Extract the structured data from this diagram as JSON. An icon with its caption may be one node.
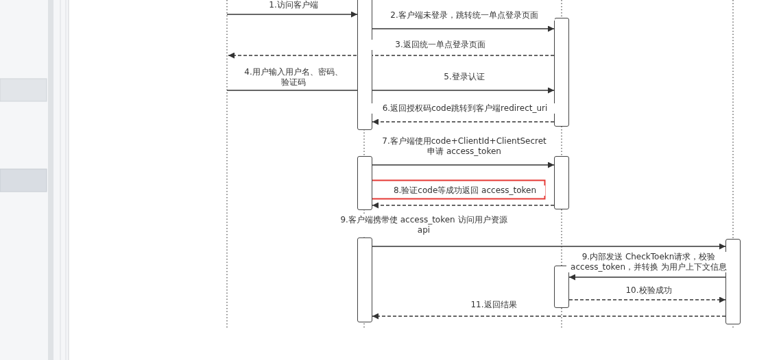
{
  "diagram": {
    "nodes": [
      {
        "text": [],
        "shape": "bar"
      },
      {
        "text": [],
        "shape": "bar"
      },
      {
        "text": [],
        "shape": "bar"
      },
      {
        "text": [],
        "shape": "bar"
      },
      {
        "text": [],
        "shape": "bar"
      },
      {
        "text": [],
        "shape": "bar"
      },
      {
        "text": [],
        "shape": "bar"
      }
    ],
    "edges": [
      {
        "from": null,
        "to": 0,
        "arrow": "to",
        "label": "1.访问客户端"
      },
      {
        "from": 0,
        "to": 1,
        "arrow": "to",
        "label": "2.客户端未登录，跳转统一单点登录页面"
      },
      {
        "from": 1,
        "to": null,
        "arrow": "to",
        "style": "dashed",
        "label": "3.返回统一单点登录页面"
      },
      {
        "from": null,
        "to": 0,
        "arrow": "none",
        "label": "4.用户输入用户名、密码、验证码"
      },
      {
        "from": 0,
        "to": 1,
        "arrow": "to",
        "label": "5.登录认证"
      },
      {
        "from": 1,
        "to": 0,
        "arrow": "to",
        "style": "dashed",
        "label": "6.返回授权码code跳转到客户端redirect_uri"
      },
      {
        "from": 2,
        "to": 3,
        "arrow": "to",
        "label": "7.客户端使用code+ClientId+ClientSecret 申请 access_token"
      },
      {
        "from": 3,
        "to": 2,
        "arrow": "to",
        "style": "dashed",
        "label": "8.验证code等成功返回 access_token"
      },
      {
        "from": 4,
        "to": 5,
        "arrow": "to",
        "label": "9.客户端携带使 access_token 访问用户资源 api"
      },
      {
        "from": 5,
        "to": 6,
        "arrow": "to",
        "label": "9.内部发送 CheckToekn请求，校验 access_token，并转换 为用户上下文信息"
      },
      {
        "from": 6,
        "to": 5,
        "arrow": "to",
        "style": "dashed",
        "label": "10.校验成功"
      },
      {
        "from": 5,
        "to": 4,
        "arrow": "to",
        "style": "dashed",
        "label": "11.返回结果"
      }
    ]
  }
}
